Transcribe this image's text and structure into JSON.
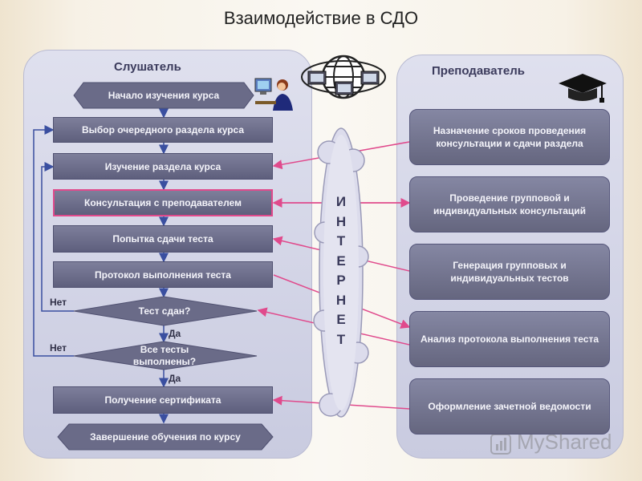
{
  "title": "Взаимодействие в СДО",
  "left_panel": {
    "title": "Слушатель",
    "steps": [
      "Начало изучения курса",
      "Выбор очередного раздела курса",
      "Изучение раздела курса",
      "Консультация с преподавателем",
      "Попытка сдачи теста",
      "Протокол выполнения теста",
      "Тест сдан?",
      "Все тесты выполнены?",
      "Получение сертификата",
      "Завершение обучения по курсу"
    ],
    "labels": {
      "no1": "Нет",
      "yes1": "Да",
      "no2": "Нет",
      "yes2": "Да"
    }
  },
  "right_panel": {
    "title": "Преподаватель",
    "tasks": [
      "Назначение сроков проведения консультации и сдачи раздела",
      "Проведение групповой и индивидуальных консультаций",
      "Генерация групповых и индивидуальных тестов",
      "Анализ протокола выполнения теста",
      "Оформление зачетной ведомости"
    ]
  },
  "internet_letters": [
    "И",
    "Н",
    "Т",
    "Е",
    "Р",
    "Н",
    "Е",
    "Т"
  ],
  "watermark": "MyShared",
  "icons": [
    "user-at-computer-icon",
    "network-globe-icon",
    "graduation-cap-icon"
  ],
  "colors": {
    "box": "#6e6f8c",
    "arrow_pink": "#e04a8c",
    "arrow_blue": "#3a4fa0",
    "panel": "#d3d5e7"
  }
}
